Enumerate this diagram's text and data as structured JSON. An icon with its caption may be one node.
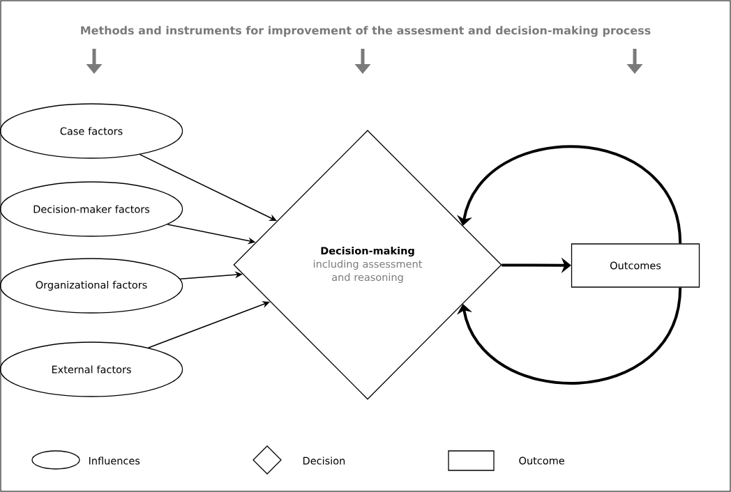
{
  "diagram": {
    "title": "Methods and instruments for improvement of the assesment and decision-making process",
    "nodes": [
      {
        "text": [
          "Case factors"
        ]
      },
      {
        "text": [
          "Decision-maker factors"
        ]
      },
      {
        "text": [
          "Organizational factors"
        ]
      },
      {
        "text": [
          "External factors"
        ]
      },
      {
        "text": [
          "Decision-making",
          "including assessment and reasoning"
        ]
      },
      {
        "text": [
          "Outcomes"
        ]
      }
    ],
    "edges": [
      {
        "from": 0,
        "to": 4,
        "arrow": "to"
      },
      {
        "from": 1,
        "to": 4,
        "arrow": "to"
      },
      {
        "from": 2,
        "to": 4,
        "arrow": "to"
      },
      {
        "from": 3,
        "to": 4,
        "arrow": "to"
      },
      {
        "from": 4,
        "to": 5,
        "arrow": "to",
        "style": "thick"
      },
      {
        "from": 5,
        "to": 4,
        "arrow": "to",
        "style": "thick"
      },
      {
        "from": 5,
        "to": 4,
        "arrow": "to",
        "style": "thick"
      }
    ],
    "legend": [
      {
        "text": "Influences"
      },
      {
        "text": "Decision"
      },
      {
        "text": "Outcome"
      }
    ]
  }
}
